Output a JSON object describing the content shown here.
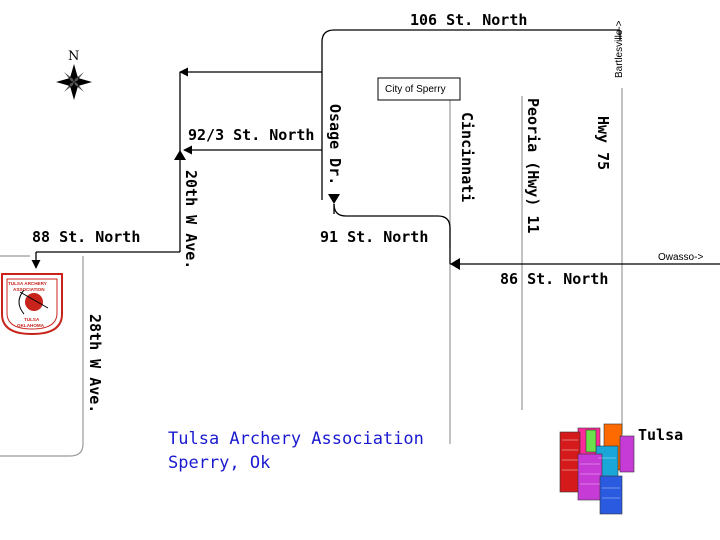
{
  "roads": {
    "106_north": "106 St. North",
    "92_3_north": "92/3 St. North",
    "88_north": "88 St. North",
    "91_north": "91 St. North",
    "86_north": "86 St. North",
    "20th_w_ave": "20th W Ave.",
    "28th_w_ave": "28th W Ave.",
    "osage_dr": "Osage Dr.",
    "cincinnati": "Cincinnati",
    "peoria": "Peoria (Hwy) 11",
    "hwy_75": "Hwy 75"
  },
  "places": {
    "city_of_sperry": "City of Sperry",
    "bartlesville": "Bartlesville->",
    "owasso": "Owasso->",
    "tulsa": "Tulsa"
  },
  "compass": {
    "north": "N"
  },
  "club": {
    "name": "Tulsa Archery Association",
    "location": "Sperry, Ok",
    "logo_text": [
      "TULSA ARCHERY",
      "ASSOCIATION",
      "TULSA",
      "OKLAHOMA"
    ]
  },
  "colors": {
    "club_text": "#1a1ad0",
    "logo_red": "#c8241c",
    "road_gray": "#8c8c8c",
    "route_black": "#000000"
  }
}
